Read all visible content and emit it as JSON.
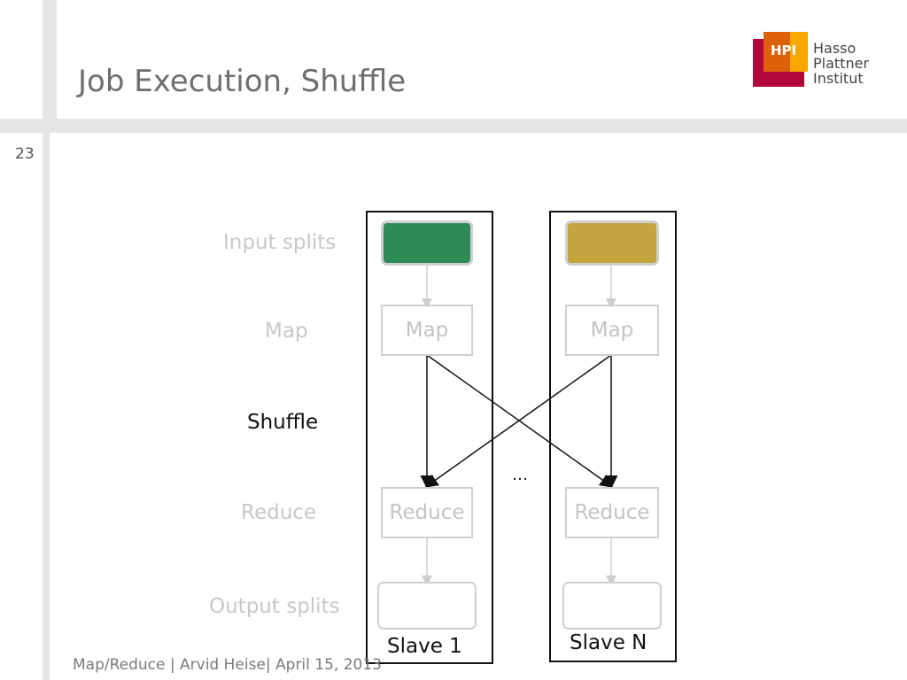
{
  "slide": {
    "title": "Job Execution, Shuffle",
    "page_number": "23",
    "footer": "Map/Reduce | Arvid Heise| April 15, 2013"
  },
  "logo": {
    "abbr": "HPI",
    "line1": "Hasso",
    "line2": "Plattner",
    "line3": "Institut",
    "colors": {
      "red": "#b1063a",
      "orange": "#dd6108",
      "yellow": "#f6a800"
    }
  },
  "rows": {
    "input": "Input splits",
    "map": "Map",
    "shuffle": "Shuffle",
    "reduce": "Reduce",
    "output": "Output splits"
  },
  "slaves": [
    {
      "label": "Slave 1",
      "split_color": "#2e8b57",
      "map": "Map",
      "reduce": "Reduce"
    },
    {
      "label": "Slave N",
      "split_color": "#c4a43e",
      "map": "Map",
      "reduce": "Reduce"
    }
  ],
  "ellipsis": "…"
}
